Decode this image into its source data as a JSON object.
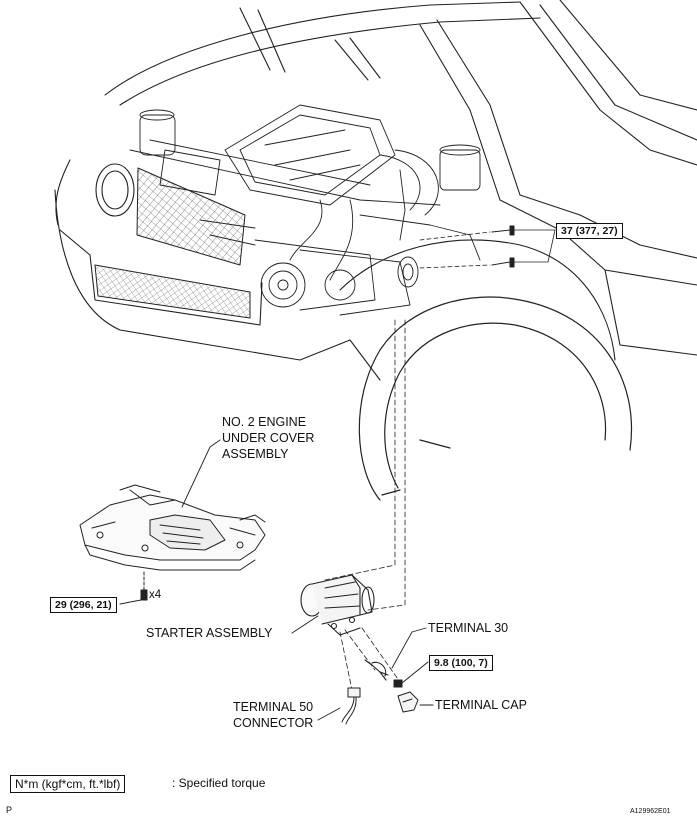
{
  "labels": {
    "under_cover": "NO. 2 ENGINE\nUNDER COVER\nASSEMBLY",
    "starter": "STARTER ASSEMBLY",
    "terminal_30": "TERMINAL 30",
    "terminal_50": "TERMINAL 50\nCONNECTOR",
    "terminal_cap": "TERMINAL CAP",
    "bolt_qty": "x4"
  },
  "torques": {
    "bracket_bolts": "37 (377, 27)",
    "cover_bolts": "29 (296, 21)",
    "terminal_nut": "9.8 (100, 7)"
  },
  "legend": {
    "unit_box": "N*m (kgf*cm, ft.*lbf)",
    "description": ": Specified torque"
  },
  "footer": {
    "page_mark": "P",
    "figure_id": "A129962E01"
  }
}
